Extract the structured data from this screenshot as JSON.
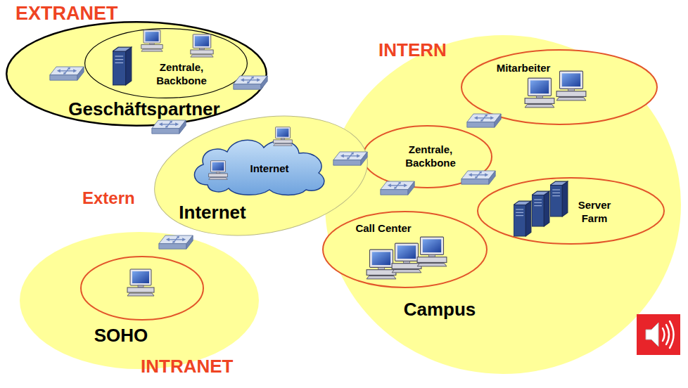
{
  "diagram": {
    "nodes": [
      {
        "text": [
          "Geschäftspartner"
        ]
      },
      {
        "text": [
          "Zentrale, Backbone"
        ],
        "in": 0
      },
      {
        "text": [
          "Campus"
        ]
      },
      {
        "text": [
          "Mitarbeiter"
        ],
        "in": 2
      },
      {
        "text": [
          "Zentrale, Backbone"
        ],
        "in": 2
      },
      {
        "text": [
          "Internet"
        ]
      },
      {
        "text": [
          "Internet"
        ],
        "in": 5
      },
      {
        "text": [
          "Call Center"
        ],
        "in": 2
      },
      {
        "text": [
          "Server Farm"
        ],
        "in": 2
      },
      {
        "text": [
          "SOHO"
        ]
      }
    ],
    "labels": [
      "EXTRANET",
      "INTERN",
      "Extern",
      "INTRANET"
    ]
  }
}
